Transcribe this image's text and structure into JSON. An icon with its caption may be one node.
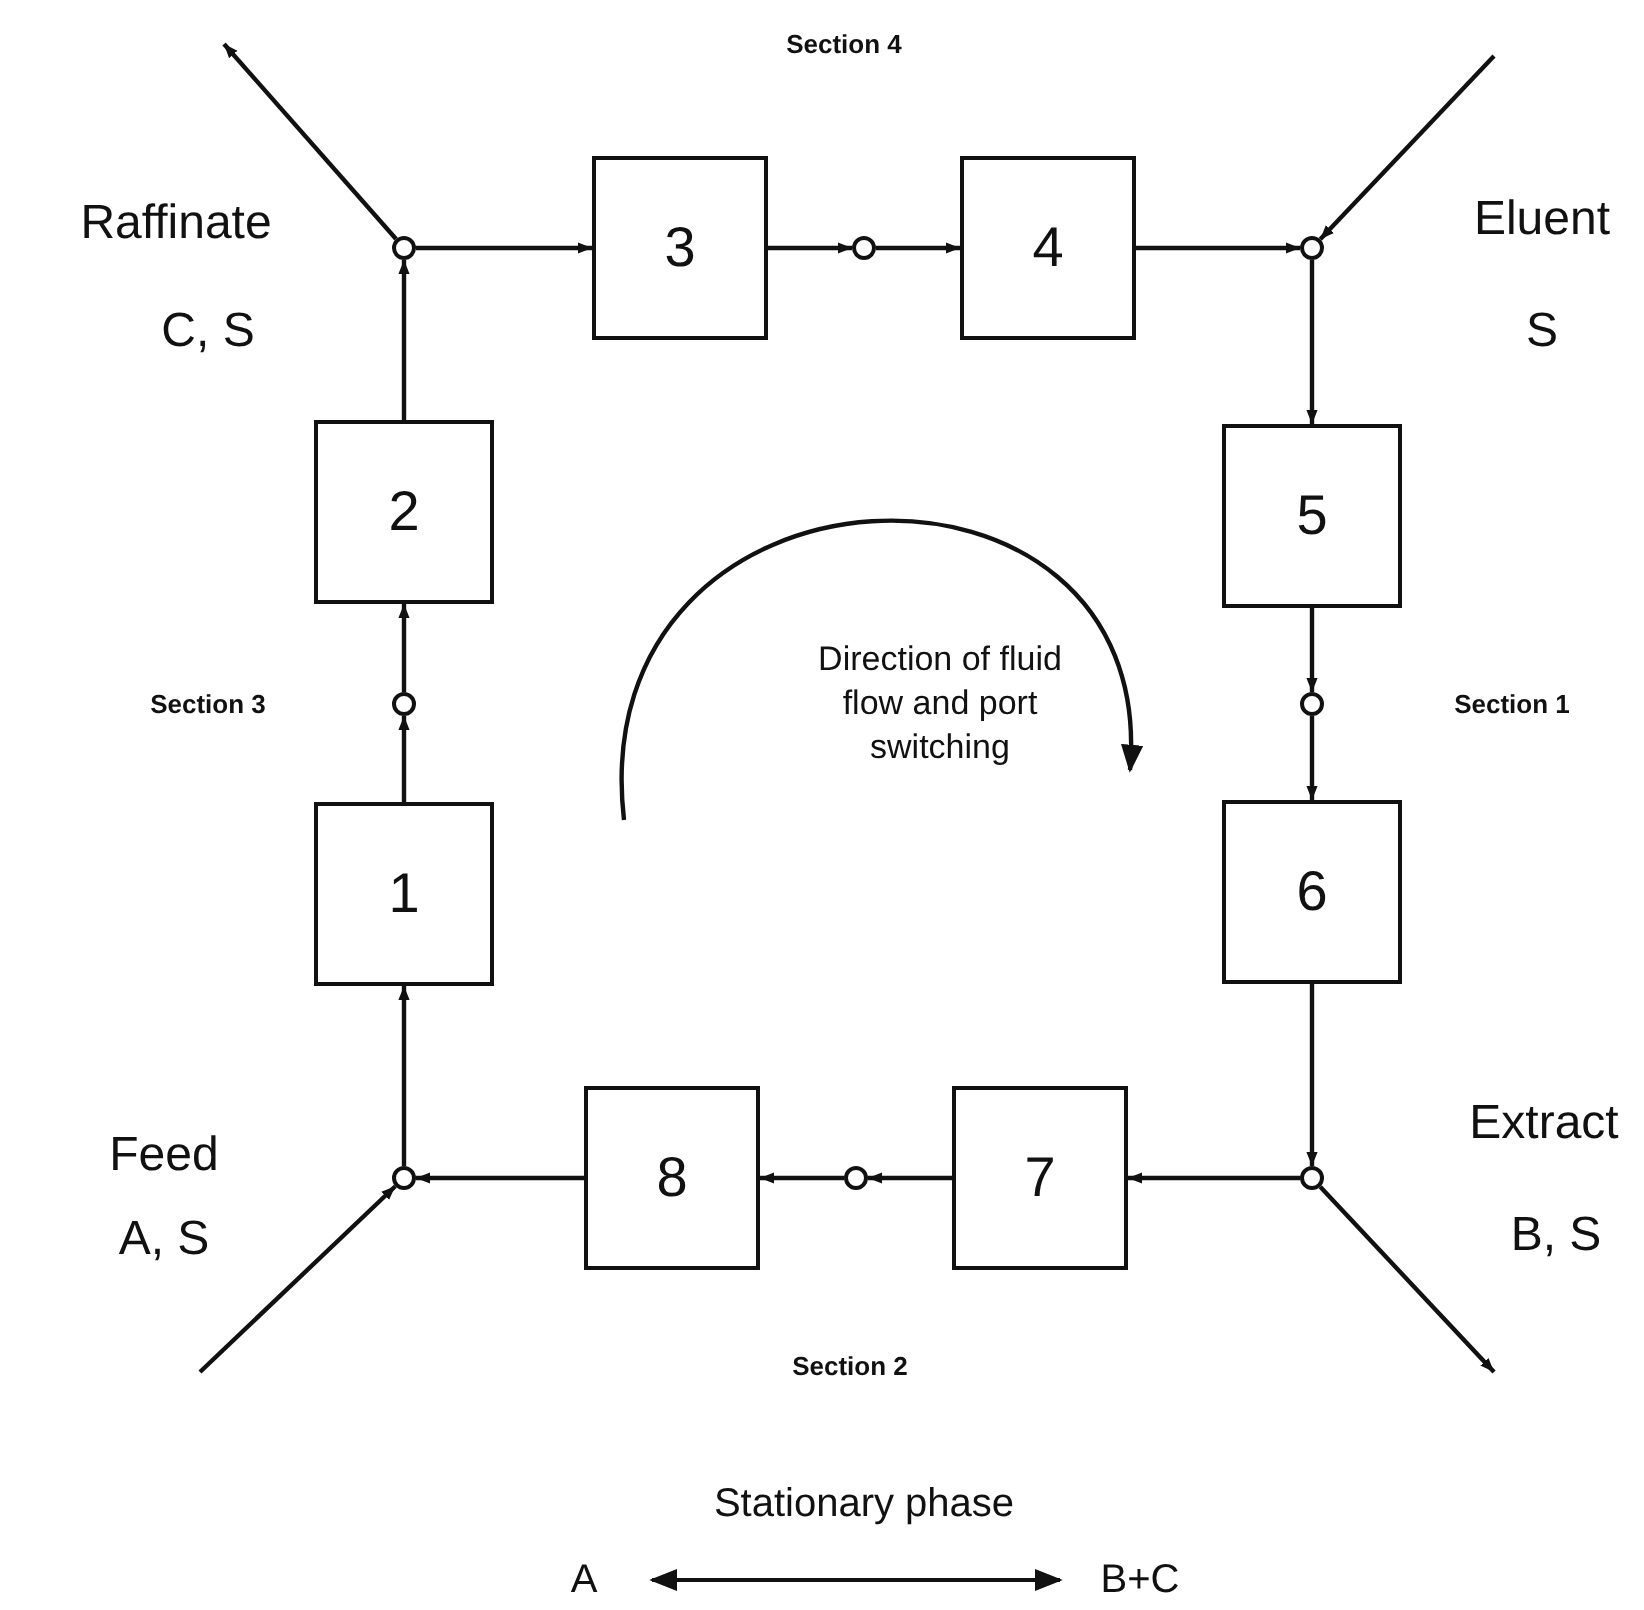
{
  "diagram": {
    "nodes": [
      {
        "text": [
          "1"
        ]
      },
      {
        "text": [
          "2"
        ]
      },
      {
        "text": [
          "3"
        ]
      },
      {
        "text": [
          "4"
        ]
      },
      {
        "text": [
          "5"
        ]
      },
      {
        "text": [
          "6"
        ]
      },
      {
        "text": [
          "7"
        ]
      },
      {
        "text": [
          "8"
        ]
      },
      {
        "text": [],
        "shape": "circle"
      },
      {
        "text": [],
        "shape": "circle"
      },
      {
        "text": [],
        "shape": "circle"
      },
      {
        "text": [],
        "shape": "circle"
      },
      {
        "text": [],
        "shape": "circle"
      },
      {
        "text": [],
        "shape": "circle"
      },
      {
        "text": [],
        "shape": "circle"
      },
      {
        "text": [],
        "shape": "circle"
      }
    ],
    "edges": [
      {
        "from": 1,
        "to": 8,
        "arrow": "to"
      },
      {
        "from": 8,
        "to": null,
        "arrow": "to"
      },
      {
        "from": 8,
        "to": 2,
        "arrow": "to"
      },
      {
        "from": 2,
        "to": 9,
        "arrow": "to"
      },
      {
        "from": 9,
        "to": 3,
        "arrow": "to"
      },
      {
        "from": 3,
        "to": 10,
        "arrow": "to"
      },
      {
        "from": null,
        "to": 10,
        "arrow": "to"
      },
      {
        "from": 10,
        "to": 4,
        "arrow": "to"
      },
      {
        "from": 4,
        "to": 11,
        "arrow": "to"
      },
      {
        "from": 11,
        "to": 5,
        "arrow": "to"
      },
      {
        "from": 5,
        "to": 12,
        "arrow": "to"
      },
      {
        "from": 12,
        "to": null,
        "arrow": "to"
      },
      {
        "from": 12,
        "to": 6,
        "arrow": "to"
      },
      {
        "from": 6,
        "to": 13,
        "arrow": "to"
      },
      {
        "from": 13,
        "to": 7,
        "arrow": "to"
      },
      {
        "from": 7,
        "to": 14,
        "arrow": "to"
      },
      {
        "from": null,
        "to": 14,
        "arrow": "to"
      },
      {
        "from": 14,
        "to": 0,
        "arrow": "to"
      },
      {
        "from": 0,
        "to": 15,
        "arrow": "to"
      },
      {
        "from": 15,
        "to": 1,
        "arrow": "to"
      }
    ],
    "labels": [
      "Section 4",
      "Raffinate",
      "C, S",
      "Eluent",
      "S",
      "Section 3",
      "Section 1",
      "Direction of fluid flow and port switching",
      "Feed",
      "A, S",
      "Extract",
      "B, S",
      "Section 2",
      "Stationary phase",
      "A",
      "B+C"
    ]
  }
}
